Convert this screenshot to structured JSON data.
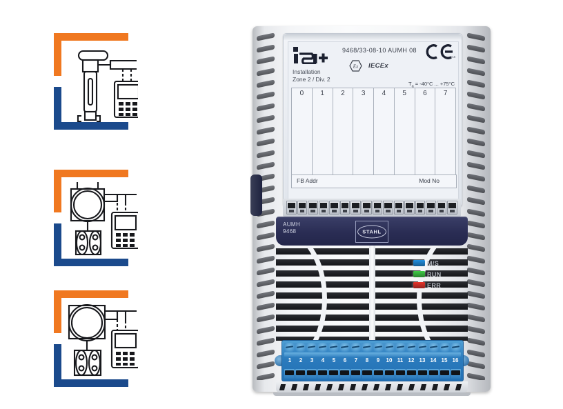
{
  "page": {
    "background": "#ffffff",
    "accent_orange": "#f07820",
    "accent_blue": "#1b4a8c"
  },
  "icon_panels": [
    {
      "name": "flow-meter-with-handheld",
      "top_bracket_color": "#f07820",
      "bottom_bracket_color": "#1b4a8c",
      "depicts": "variable-area flowmeter connected to handheld communicator"
    },
    {
      "name": "pressure-transmitter-with-handheld",
      "top_bracket_color": "#f07820",
      "bottom_bracket_color": "#1b4a8c",
      "depicts": "round-head pressure transmitter with flange and handheld communicator"
    },
    {
      "name": "differential-pressure-transmitter-with-handheld",
      "top_bracket_color": "#f07820",
      "bottom_bracket_color": "#1b4a8c",
      "depicts": "round-head transmitter with flange and handheld communicator"
    }
  ],
  "device": {
    "name": "R. STAHL AUMH 9468 fieldbus module",
    "label": {
      "brand_mark": "ISI+",
      "product_code": "9468/33-08-10   AUMH 08",
      "ex_mark": "Ex",
      "iecex_mark": "IECEx",
      "ce_mark": "CE",
      "installation_line1": "Installation",
      "installation_line2": "Zone 2 / Div. 2",
      "temperature": "T",
      "temperature_sub": "a",
      "temperature_range": "= -40°C ... +75°C",
      "channel_columns": [
        "0",
        "1",
        "2",
        "3",
        "4",
        "5",
        "6",
        "7"
      ],
      "fb_addr_label": "FB Addr",
      "mod_no_label": "Mod No"
    },
    "dip_switch_count": 16,
    "blue_band": {
      "model_line1": "AUMH",
      "model_line2": "9468",
      "maker_logo": "STAHL"
    },
    "leds": [
      {
        "label": "M/S",
        "color": "#1f8fe0"
      },
      {
        "label": "RUN",
        "color": "#3dcb43"
      },
      {
        "label": "ERR",
        "color": "#e8332a"
      }
    ],
    "terminal_block": {
      "color": "#2b7bbd",
      "numbers": [
        "1",
        "2",
        "3",
        "4",
        "5",
        "6",
        "7",
        "8",
        "9",
        "10",
        "11",
        "12",
        "13",
        "14",
        "15",
        "16"
      ]
    }
  }
}
